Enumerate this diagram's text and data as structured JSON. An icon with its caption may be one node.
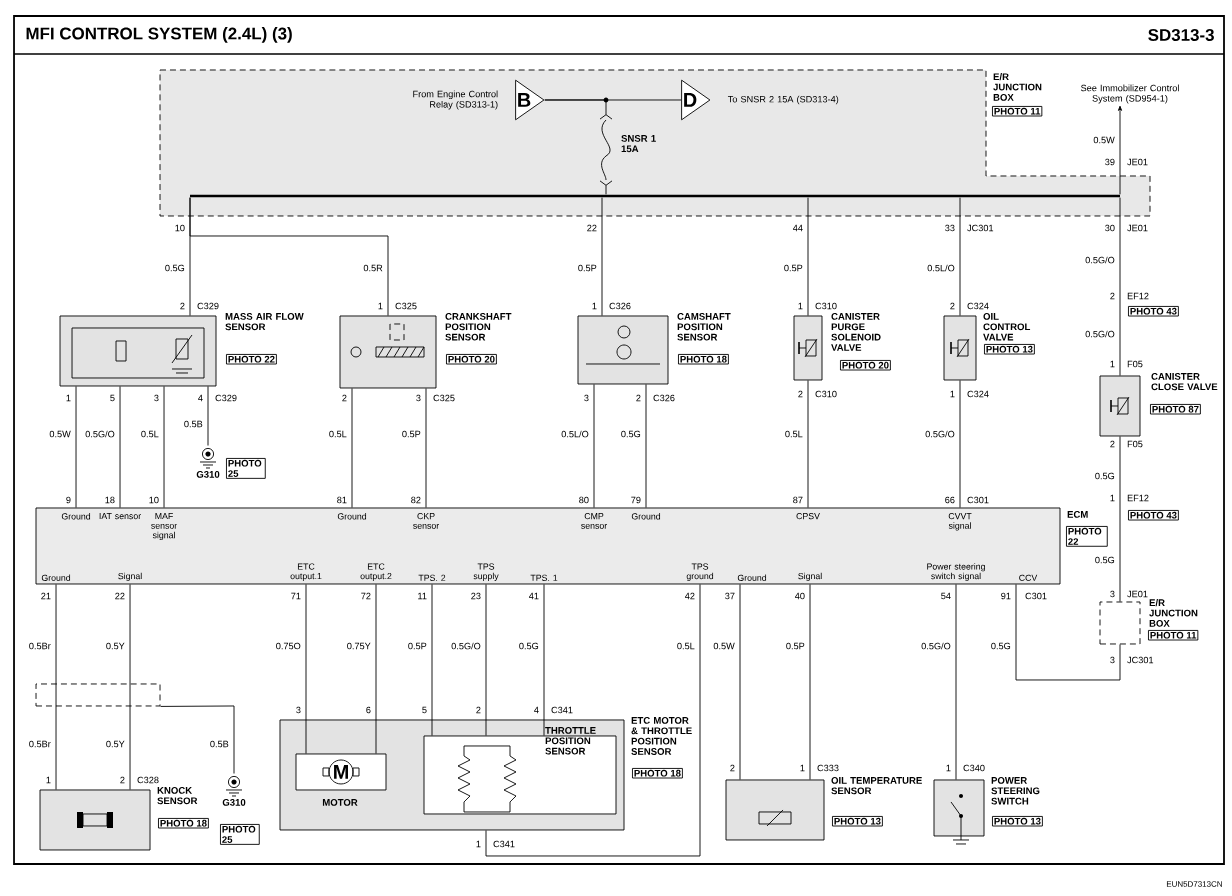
{
  "diagram": {
    "title": "MFI CONTROL SYSTEM (2.4L) (3)",
    "nodes": [
      {
        "text": [
          "E/R JUNCTION BOX",
          "PHOTO 11"
        ]
      },
      {
        "text": [
          "B"
        ],
        "beside": [
          "From Engine Control Relay (SD313-1)"
        ],
        "in": 0
      },
      {
        "text": [
          "D"
        ],
        "beside": [
          "To SNSR 2 15A (SD313-4)"
        ],
        "in": 0
      },
      {
        "text": [
          "SNSR 1 15A"
        ],
        "in": 0
      },
      {
        "text": [
          "MASS AIR FLOW SENSOR",
          "PHOTO 22"
        ]
      },
      {
        "text": [
          "CRANKSHAFT POSITION SENSOR",
          "PHOTO 20"
        ]
      },
      {
        "text": [
          "CAMSHAFT POSITION SENSOR",
          "PHOTO 18"
        ]
      },
      {
        "text": [
          "CANISTER PURGE SOLENOID VALVE",
          "PHOTO 20"
        ]
      },
      {
        "text": [
          "OIL CONTROL VALVE",
          "PHOTO 13"
        ]
      },
      {
        "text": [
          "CANISTER CLOSE VALVE",
          "PHOTO 87"
        ]
      },
      {
        "text": [
          "ECM",
          "PHOTO 22"
        ]
      },
      {
        "text": [
          "G310"
        ],
        "beside": [
          "PHOTO 25"
        ]
      },
      {
        "text": [],
        "shape": "box"
      },
      {
        "text": [
          "KNOCK SENSOR",
          "PHOTO 18"
        ]
      },
      {
        "text": [
          "G310"
        ],
        "beside": [
          "PHOTO 25"
        ]
      },
      {
        "text": [
          "ETC MOTOR & THROTTLE POSITION SENSOR",
          "PHOTO 18"
        ]
      },
      {
        "text": [
          "MOTOR"
        ],
        "in": 15
      },
      {
        "text": [
          "THROTTLE POSITION SENSOR"
        ],
        "in": 15
      },
      {
        "text": [
          "OIL TEMPERATURE SENSOR",
          "PHOTO 13"
        ]
      },
      {
        "text": [
          "POWER STEERING SWITCH",
          "PHOTO 13"
        ]
      },
      {
        "text": [
          "E/R JUNCTION BOX",
          "PHOTO 11"
        ]
      },
      {
        "text": [
          "See Immobilizer Control System (SD954-1)"
        ]
      },
      {
        "text": [],
        "shape": "bar",
        "in": 0
      }
    ],
    "edges": [
      {
        "from": 1,
        "to": 2,
        "arrow": "none"
      },
      {
        "from": 22,
        "to": 4,
        "arrow": "none",
        "label": "0.5G"
      },
      {
        "from": 22,
        "to": 5,
        "arrow": "none",
        "label": "0.5R"
      },
      {
        "from": 22,
        "to": 6,
        "arrow": "none",
        "label": "0.5P"
      },
      {
        "from": 22,
        "to": 7,
        "arrow": "none",
        "label": "0.5P"
      },
      {
        "from": 22,
        "to": 8,
        "arrow": "none",
        "label": "0.5L/O"
      },
      {
        "from": 22,
        "to": 9,
        "arrow": "none",
        "label": "0.5G/O"
      },
      {
        "from": 22,
        "to": 21,
        "arrow": "to",
        "label": "0.5W"
      },
      {
        "from": 4,
        "to": 10,
        "arrow": "none",
        "label": "0.5W"
      },
      {
        "from": 4,
        "to": 10,
        "arrow": "none",
        "label": "0.5G/O"
      },
      {
        "from": 4,
        "to": 10,
        "arrow": "none",
        "label": "0.5L"
      },
      {
        "from": 4,
        "to": 11,
        "arrow": "none",
        "label": "0.5B"
      },
      {
        "from": 5,
        "to": 10,
        "arrow": "none",
        "label": "0.5L"
      },
      {
        "from": 5,
        "to": 10,
        "arrow": "none",
        "label": "0.5P"
      },
      {
        "from": 6,
        "to": 10,
        "arrow": "none",
        "label": "0.5L/O"
      },
      {
        "from": 6,
        "to": 10,
        "arrow": "none",
        "label": "0.5G"
      },
      {
        "from": 7,
        "to": 10,
        "arrow": "none",
        "label": "0.5L"
      },
      {
        "from": 8,
        "to": 10,
        "arrow": "none",
        "label": "0.5G/O"
      },
      {
        "from": 9,
        "to": 20,
        "arrow": "none",
        "label": "0.5G"
      },
      {
        "from": 20,
        "to": 10,
        "arrow": "none",
        "label": "0.5G"
      },
      {
        "from": 10,
        "to": 13,
        "arrow": "none",
        "label": "0.5Br"
      },
      {
        "from": 10,
        "to": 13,
        "arrow": "none",
        "label": "0.5Y"
      },
      {
        "from": 12,
        "to": 14,
        "arrow": "none",
        "label": "0.5B"
      },
      {
        "from": 10,
        "to": 16,
        "arrow": "none",
        "label": "0.75O"
      },
      {
        "from": 10,
        "to": 16,
        "arrow": "none",
        "label": "0.75Y"
      },
      {
        "from": 10,
        "to": 17,
        "arrow": "none",
        "label": "0.5P"
      },
      {
        "from": 10,
        "to": 17,
        "arrow": "none",
        "label": "0.5G/O"
      },
      {
        "from": 10,
        "to": 17,
        "arrow": "none",
        "label": "0.5G"
      },
      {
        "from": 10,
        "to": 15,
        "arrow": "none",
        "label": "0.5L"
      },
      {
        "from": 10,
        "to": 18,
        "arrow": "none",
        "label": "0.5W"
      },
      {
        "from": 10,
        "to": 18,
        "arrow": "none",
        "label": "0.5P"
      },
      {
        "from": 10,
        "to": 19,
        "arrow": "none",
        "label": "0.5G/O"
      },
      {
        "from": 1,
        "to": 3,
        "arrow": "other"
      },
      {
        "from": 22,
        "to": 3,
        "arrow": "other"
      }
    ],
    "labels": [
      "SD313-3",
      "39",
      "JE01",
      "10",
      "22",
      "44",
      "33",
      "JC301",
      "30",
      "JE01",
      "2",
      "C329",
      "1",
      "C325",
      "1",
      "C326",
      "1",
      "C310",
      "2",
      "C324",
      "2",
      "EF12",
      "PHOTO 43",
      "0.5G/O",
      "1",
      "F05",
      "2",
      "C310",
      "1",
      "C324",
      "2",
      "F05",
      "1",
      "5",
      "3",
      "4",
      "C329",
      "2",
      "3",
      "C325",
      "3",
      "2",
      "C326",
      "9",
      "18",
      "10",
      "81",
      "82",
      "80",
      "79",
      "87",
      "66",
      "C301",
      "1",
      "EF12",
      "Ground",
      "IAT sensor",
      "MAF sensor signal",
      "Ground",
      "CKP sensor",
      "CMP sensor",
      "Ground",
      "CPSV",
      "CVVT signal",
      "PHOTO 43",
      "Ground",
      "Signal",
      "ETC output.1",
      "ETC output.2",
      "TPS. 2",
      "TPS supply",
      "TPS. 1",
      "TPS ground",
      "Ground",
      "Signal",
      "Power steering switch signal",
      "CCV",
      "0.5G",
      "21",
      "22",
      "71",
      "72",
      "11",
      "23",
      "41",
      "42",
      "37",
      "40",
      "54",
      "91",
      "C301",
      "3",
      "JE01",
      "3",
      "JC301",
      "0.5Br",
      "0.5Y",
      "1",
      "2",
      "C328",
      "3",
      "6",
      "5",
      "2",
      "4",
      "C341",
      "1",
      "C341",
      "2",
      "1",
      "C333",
      "1",
      "C340",
      "M",
      "EUN5D7313CN"
    ]
  }
}
